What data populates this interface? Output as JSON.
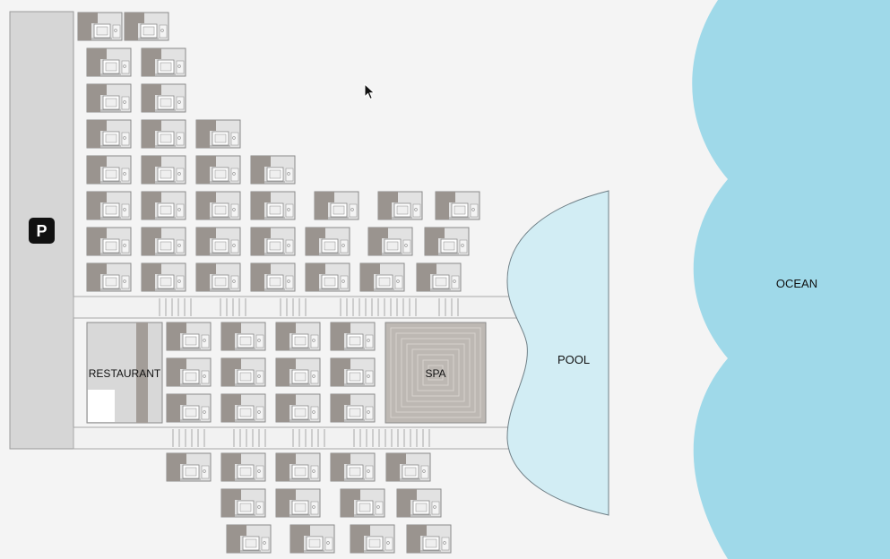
{
  "labels": {
    "parking": "P",
    "restaurant": "RESTAURANT",
    "spa": "SPA",
    "pool": "POOL",
    "ocean": "OCEAN"
  },
  "colors": {
    "background": "#f4f4f4",
    "ocean": "#9fd9e9",
    "pool": "#d2edf4",
    "parking_lot": "#d6d6d6",
    "villa_fill": "#e2e2e2",
    "villa_dark": "#9a948f",
    "spa_fill": "#bdb8b3",
    "parking_badge": "#111111"
  },
  "icons": {
    "parking_badge": "parking-icon",
    "cursor": "mouse-pointer-icon"
  }
}
